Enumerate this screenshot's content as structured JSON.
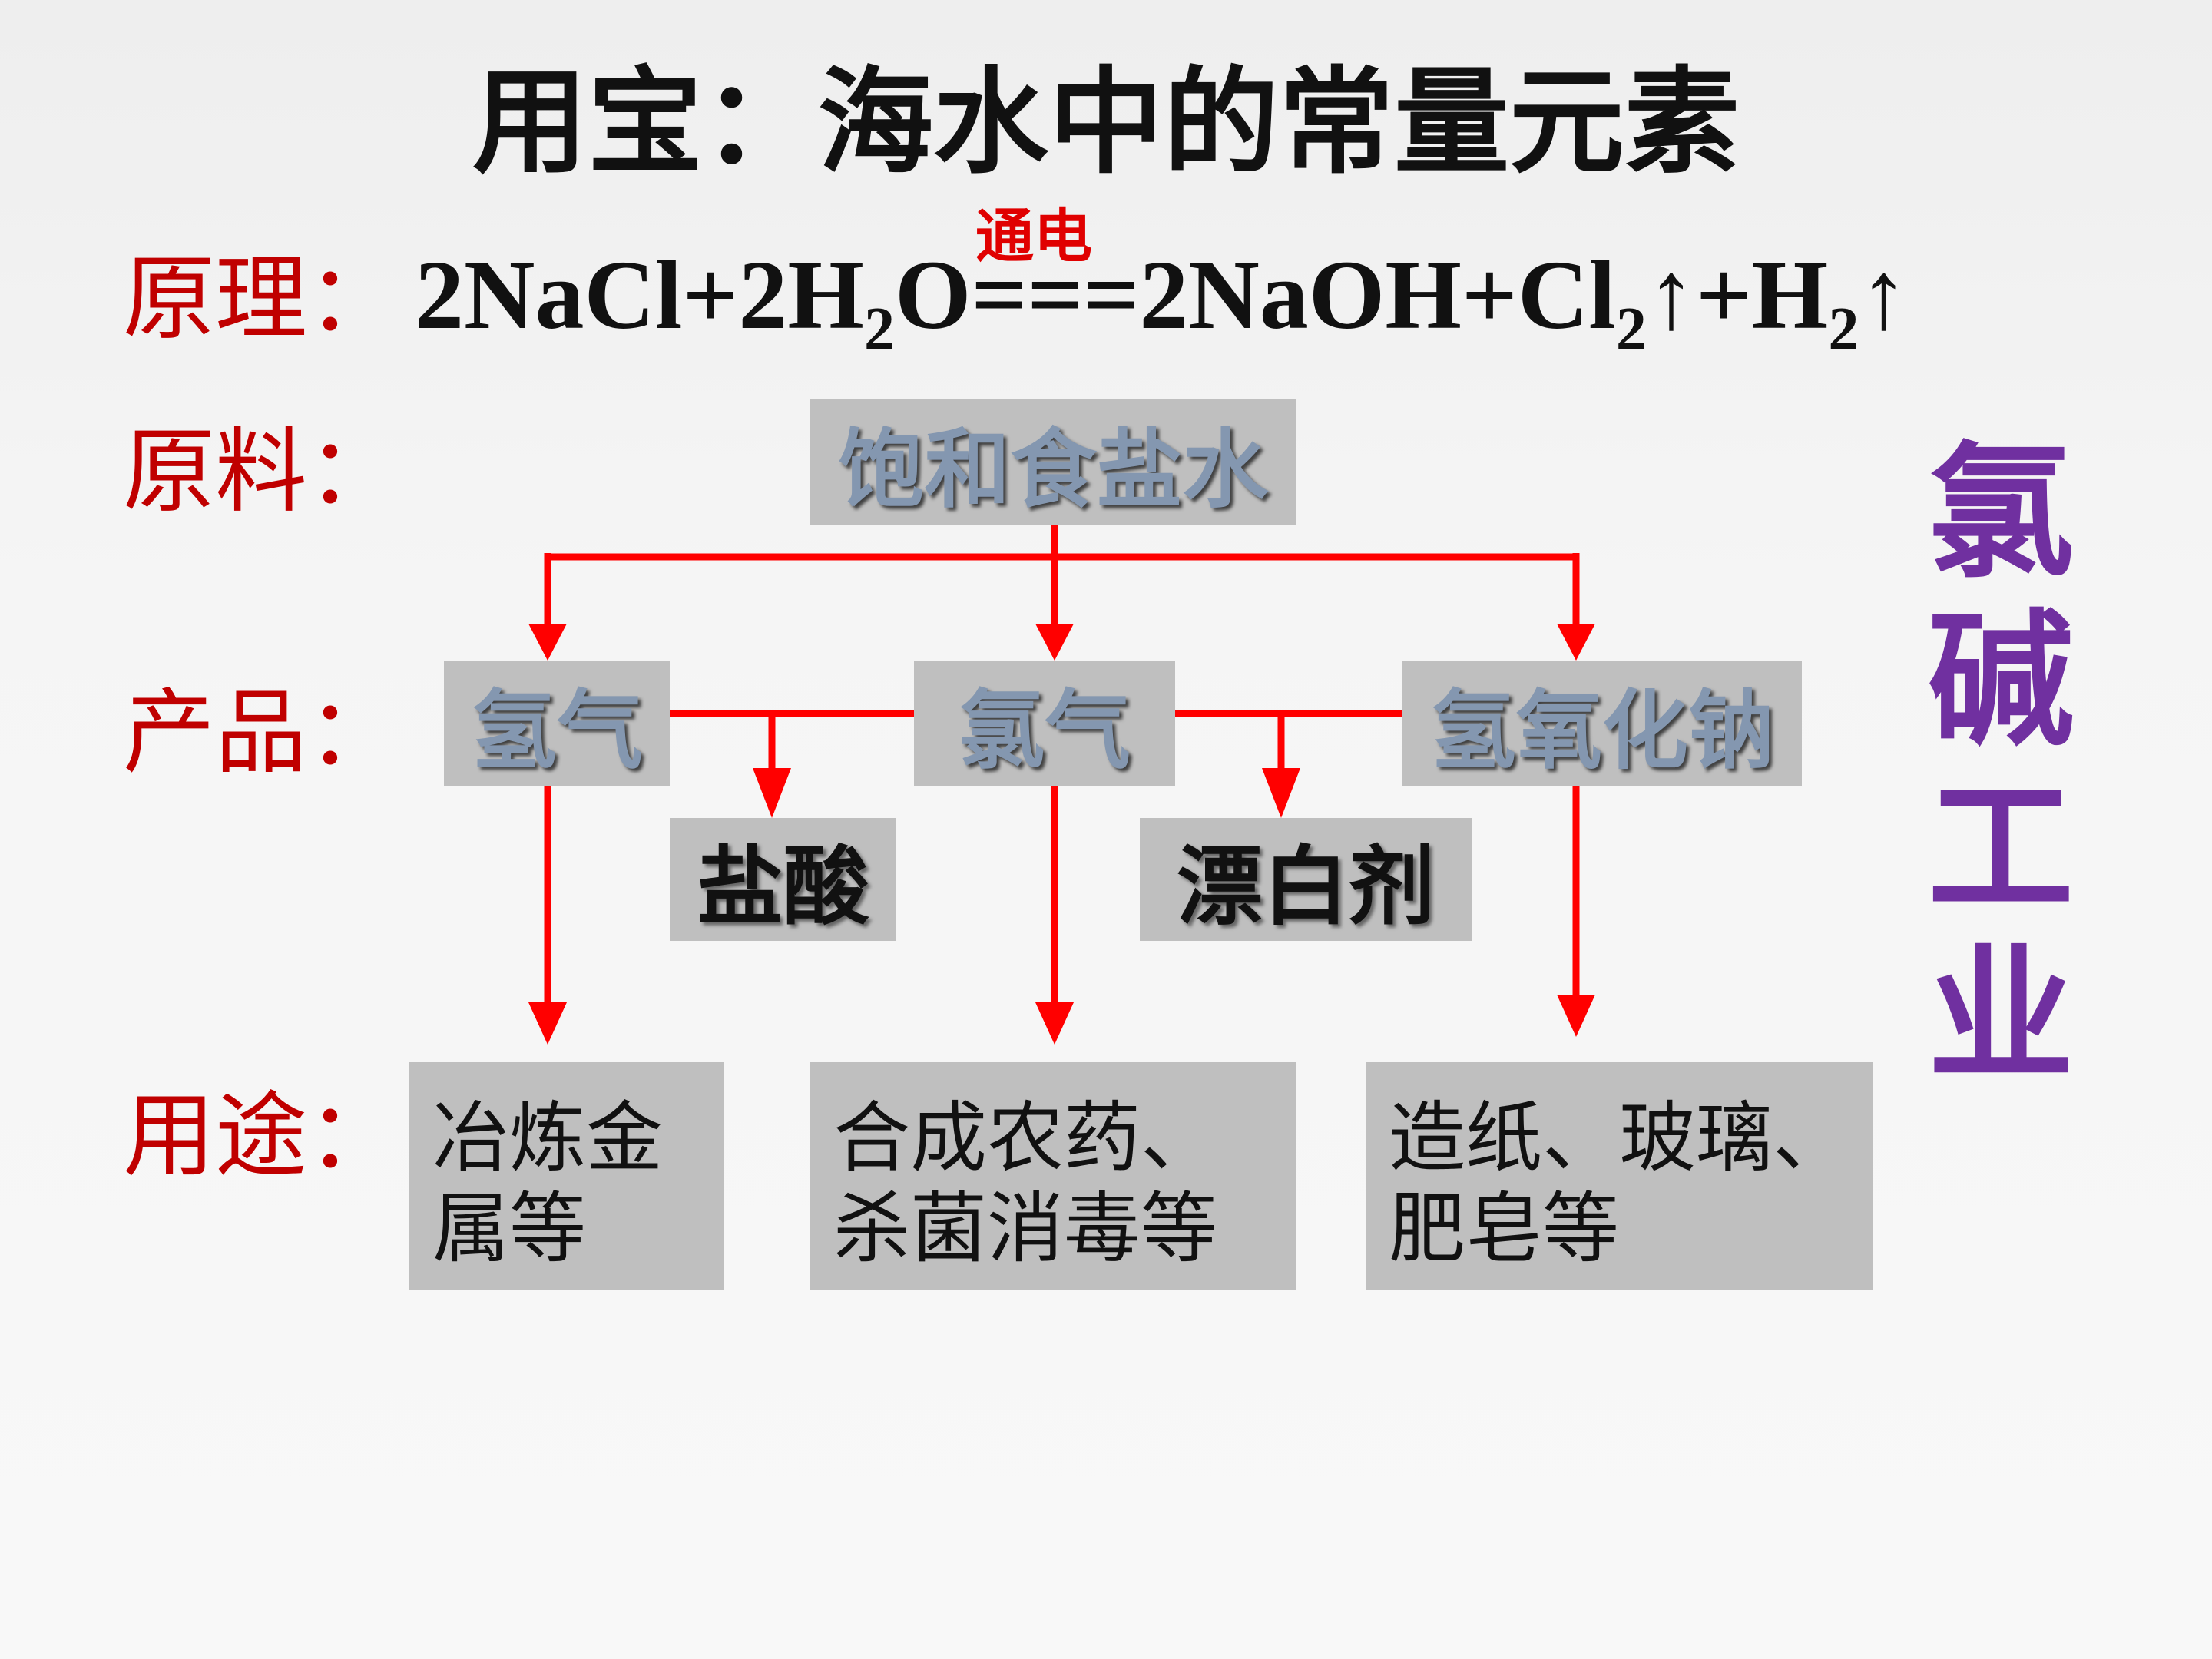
{
  "title": "用宝：海水中的常量元素",
  "labels": {
    "principle": "原理：",
    "material": "原料：",
    "products": "产品：",
    "uses": "用途："
  },
  "equation": {
    "part1": "2NaCl+2H",
    "sub1": "2",
    "part2": "O",
    "eqsign": "===",
    "part3": "2NaOH+Cl",
    "sub2": "2",
    "part4": "↑+H",
    "sub3": "2",
    "part5": "↑",
    "condition": "通电"
  },
  "material": "饱和食盐水",
  "products": {
    "hydrogen": "氢气",
    "chlorine": "氯气",
    "naoh": "氢氧化钠"
  },
  "derived": {
    "hcl": "盐酸",
    "bleach": "漂白剂"
  },
  "uses": {
    "hydrogen": {
      "line1": "冶炼金",
      "line2": "属等"
    },
    "chlorine": {
      "line1": "合成农药、",
      "line2": "杀菌消毒等"
    },
    "naoh": {
      "line1": "造纸、玻璃、",
      "line2": "肥皂等"
    }
  },
  "side_title": [
    "氯",
    "碱",
    "工",
    "业"
  ],
  "colors": {
    "label": "#c00000",
    "arrow": "#ff0000",
    "box": "#bfbfbf",
    "box_text": "#8497b0",
    "side_title": "#7030a0"
  }
}
